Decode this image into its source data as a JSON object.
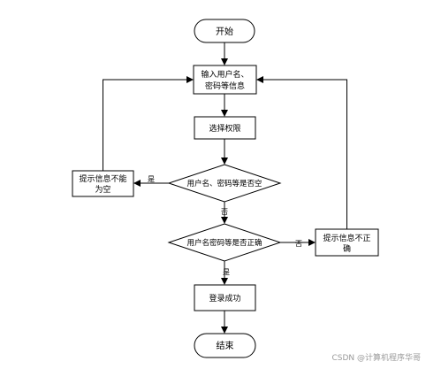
{
  "nodes": {
    "start": "开始",
    "input": [
      "输入用户名、",
      "密码等信息"
    ],
    "select_permission": "选择权限",
    "decision_empty": "用户名、密码等是否空",
    "decision_correct": "用户名密码等是否正确",
    "empty_warning": [
      "提示信息不能",
      "为空"
    ],
    "incorrect_warning": [
      "提示信息不正",
      "确"
    ],
    "login_success": "登录成功",
    "end": "结束"
  },
  "edge_labels": {
    "empty_yes": "是",
    "empty_no": "否",
    "correct_no": "否",
    "correct_yes": "是"
  },
  "watermark": "CSDN @计算机程序华哥"
}
